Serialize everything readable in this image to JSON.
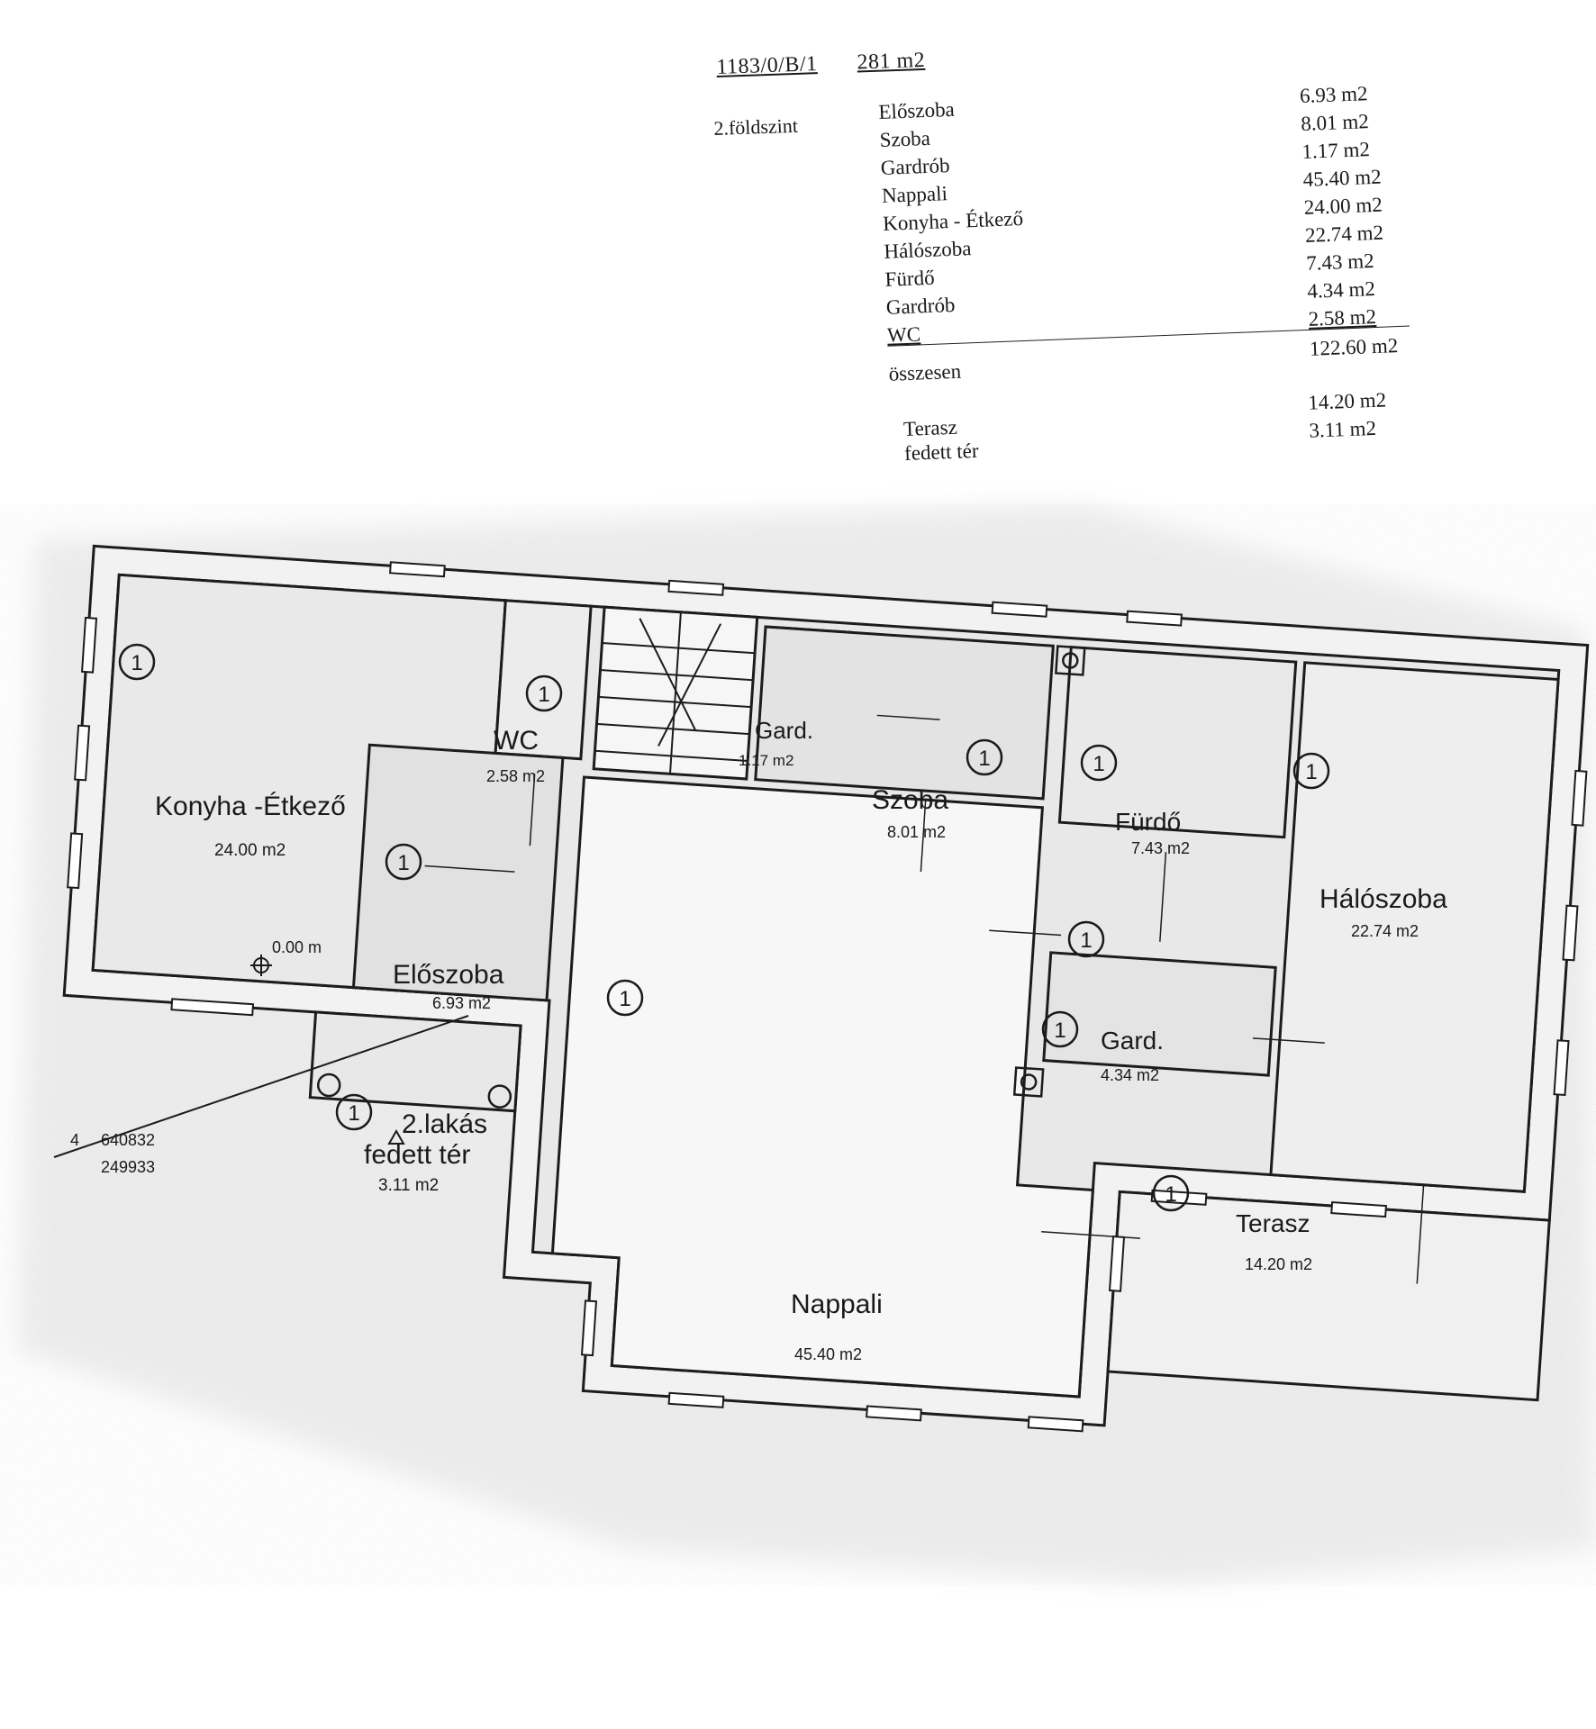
{
  "header": {
    "parcel_id": "1183/0/B/1",
    "total_area": "281 m2"
  },
  "floor_label": "2.földszint",
  "area_table": {
    "rooms": [
      {
        "name": "Előszoba",
        "area": "6.93 m2"
      },
      {
        "name": "Szoba",
        "area": "8.01 m2"
      },
      {
        "name": "Gardrób",
        "area": "1.17 m2"
      },
      {
        "name": "Nappali",
        "area": "45.40 m2"
      },
      {
        "name": "Konyha - Étkező",
        "area": "24.00 m2"
      },
      {
        "name": "Hálószoba",
        "area": "22.74 m2"
      },
      {
        "name": "Fürdő",
        "area": "7.43 m2"
      },
      {
        "name": "Gardrób",
        "area": "4.34 m2"
      },
      {
        "name": "WC",
        "area": "2.58 m2"
      }
    ],
    "total_label": "összesen",
    "total_value": "122.60 m2",
    "extras": [
      {
        "name": "Terasz",
        "area": "14.20 m2"
      },
      {
        "name": "fedett tér",
        "area": "3.11 m2"
      }
    ]
  },
  "plan": {
    "rooms": {
      "konyha": {
        "name": "Konyha -Étkező",
        "area": "24.00 m2"
      },
      "wc": {
        "name": "WC",
        "area": "2.58 m2"
      },
      "gard1": {
        "name": "Gard.",
        "area": "1.17 m2"
      },
      "szoba": {
        "name": "Szoba",
        "area": "8.01 m2"
      },
      "furdo": {
        "name": "Fürdő",
        "area": "7.43 m2"
      },
      "haloszoba": {
        "name": "Hálószoba",
        "area": "22.74 m2"
      },
      "eloszoba": {
        "name": "Előszoba",
        "area": "6.93 m2"
      },
      "gard2": {
        "name": "Gard.",
        "area": "4.34 m2"
      },
      "nappali": {
        "name": "Nappali",
        "area": "45.40 m2"
      },
      "terasz": {
        "name": "Terasz",
        "area": "14.20 m2"
      },
      "fedett": {
        "name": "fedett tér",
        "area": "3.11 m2",
        "label": "2.lakás"
      }
    },
    "level_mark": "0.00 m",
    "marker_text": "1",
    "coordinate": {
      "x": "640832",
      "y": "249933",
      "prefix": "4"
    }
  }
}
